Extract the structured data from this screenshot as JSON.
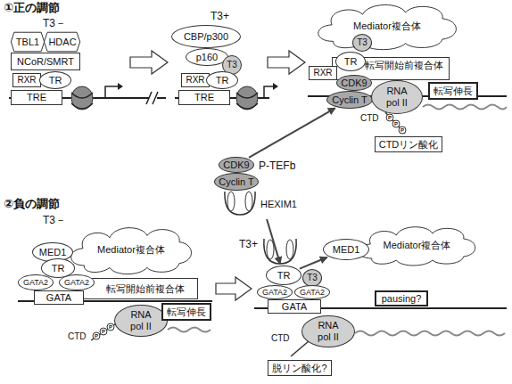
{
  "diagram": {
    "nodes": [
      {
        "text": [
          "TBL1"
        ]
      },
      {
        "text": [
          "HDAC"
        ]
      },
      {
        "text": [
          "NCoR/SMRT"
        ]
      },
      {
        "text": [
          "RXR"
        ]
      },
      {
        "text": [
          "TR"
        ]
      },
      {
        "text": [
          "TRE"
        ]
      },
      {
        "text": [
          "CBP/p300"
        ]
      },
      {
        "text": [
          "p160"
        ]
      },
      {
        "text": [
          "T3"
        ]
      },
      {
        "text": [
          "RXR"
        ]
      },
      {
        "text": [
          "TR"
        ]
      },
      {
        "text": [
          "TRE"
        ]
      },
      {
        "text": [
          "Mediator複合体"
        ]
      },
      {
        "text": [
          "転写開始前複合体"
        ]
      },
      {
        "text": [
          "RXR"
        ]
      },
      {
        "text": [
          "TR"
        ]
      },
      {
        "text": [
          "T3"
        ]
      },
      {
        "text": [
          "CDK9"
        ]
      },
      {
        "text": [
          "Cyclin T"
        ]
      },
      {
        "text": [
          "RNA pol II"
        ]
      },
      {
        "text": [
          "転写伸長"
        ]
      },
      {
        "text": [
          "CTDリン酸化"
        ]
      },
      {
        "text": [
          "CDK9"
        ]
      },
      {
        "text": [
          "Cyclin T"
        ]
      },
      {
        "text": [
          "HEXIM1"
        ]
      },
      {
        "text": [
          "Mediator複合体"
        ]
      },
      {
        "text": [
          "MED1"
        ]
      },
      {
        "text": [
          "転写開始前複合体"
        ]
      },
      {
        "text": [
          "TR"
        ]
      },
      {
        "text": [
          "GATA2"
        ]
      },
      {
        "text": [
          "GATA2"
        ]
      },
      {
        "text": [
          "GATA"
        ]
      },
      {
        "text": [
          "RNA pol II"
        ]
      },
      {
        "text": [
          "転写伸長"
        ]
      },
      {
        "text": [
          "Mediator複合体"
        ]
      },
      {
        "text": [
          "MED1"
        ]
      },
      {
        "text": [
          "TR"
        ]
      },
      {
        "text": [
          "T3"
        ]
      },
      {
        "text": [
          "GATA2"
        ]
      },
      {
        "text": [
          "GATA2"
        ]
      },
      {
        "text": [
          "GATA"
        ]
      },
      {
        "text": [
          "pausing?"
        ]
      },
      {
        "text": [
          "RNA pol II"
        ]
      },
      {
        "text": [
          "脱リン酸化?"
        ]
      }
    ],
    "edges": [
      {
        "from": 22,
        "to": 18,
        "arrow": "to"
      },
      {
        "from": 24,
        "to": 36,
        "arrow": "to"
      },
      {
        "from": 36,
        "to": 35,
        "arrow": "to"
      }
    ],
    "labels": [
      "①正の調節",
      "T3－",
      "T3+",
      "P-TEFb",
      "CTD",
      "P",
      "P",
      "P",
      "②負の調節",
      "T3－",
      "CTD",
      "P",
      "P",
      "P",
      "T3+",
      "CTD"
    ]
  }
}
